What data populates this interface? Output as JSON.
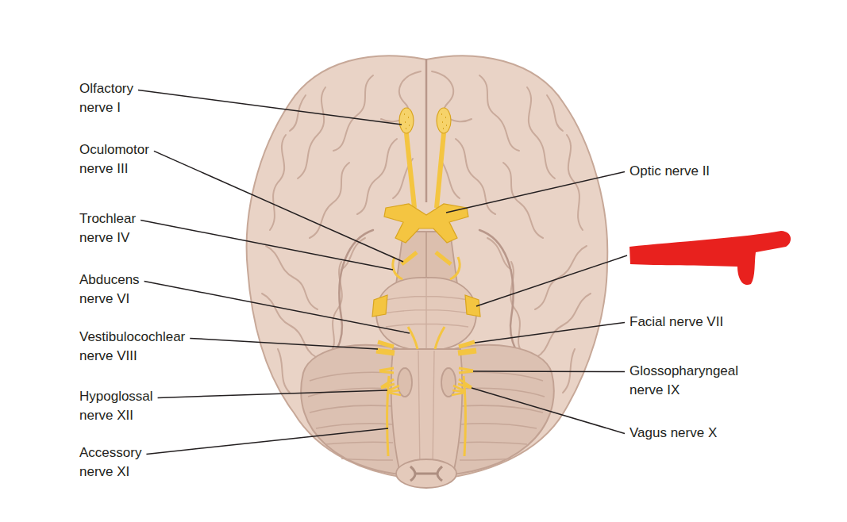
{
  "diagram": {
    "labels": [
      "Olfactory nerve I",
      "Oculomotor nerve III",
      "Trochlear nerve IV",
      "Abducens nerve VI",
      "Vestibulocochlear nerve VIII",
      "Hypoglossal nerve XII",
      "Accessory nerve XI",
      "Optic nerve II",
      "Facial nerve VII",
      "Glossopharyngeal nerve IX",
      "Vagus nerve X"
    ]
  }
}
